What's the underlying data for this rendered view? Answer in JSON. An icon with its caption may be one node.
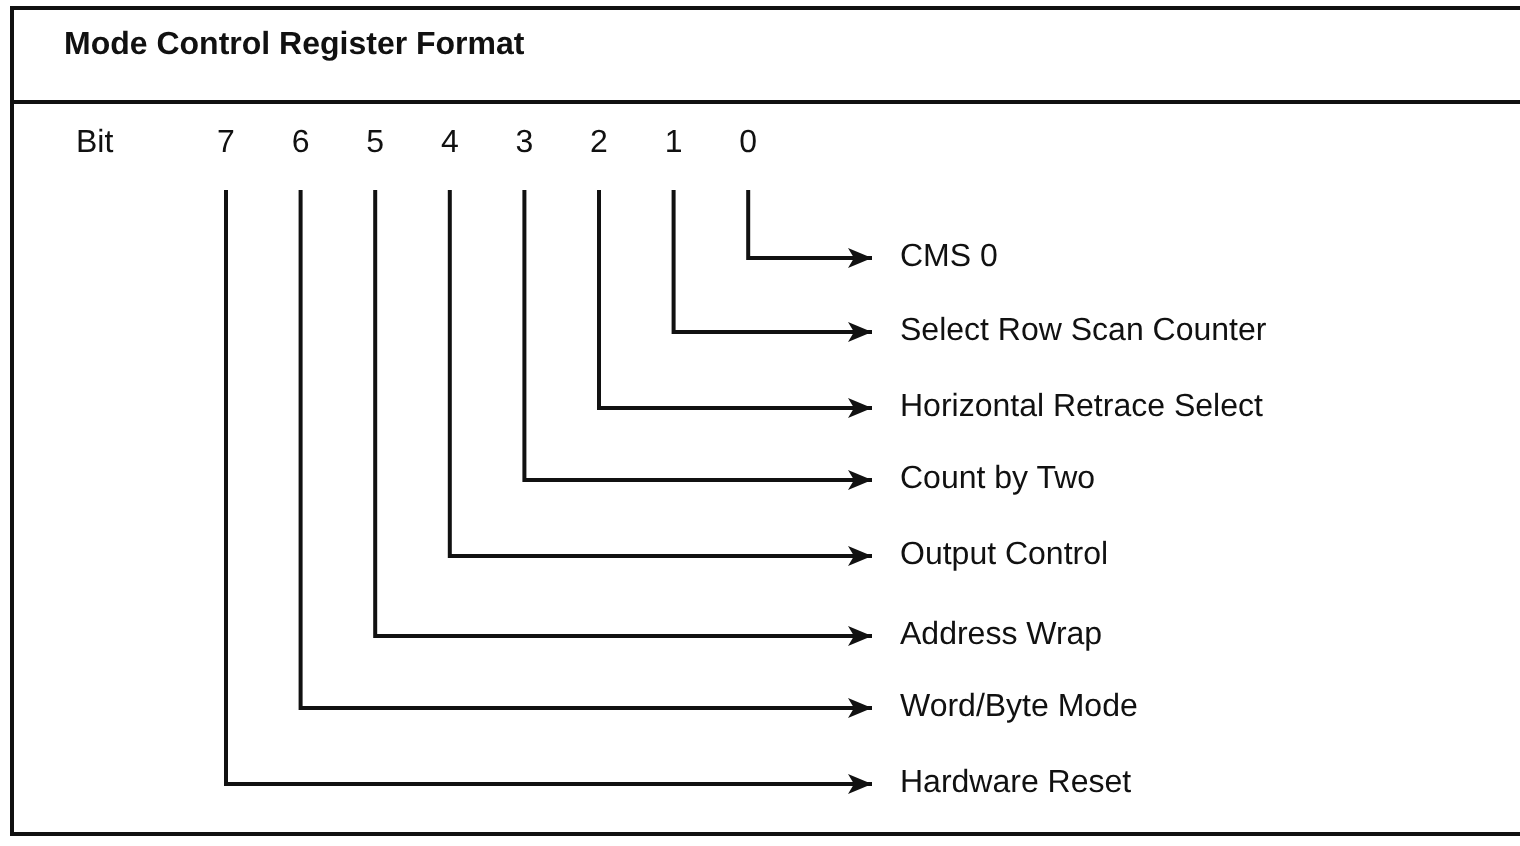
{
  "diagram": {
    "title": "Mode Control Register Format",
    "nodes": [
      {
        "text": [
          "7"
        ]
      },
      {
        "text": [
          "6"
        ]
      },
      {
        "text": [
          "5"
        ]
      },
      {
        "text": [
          "4"
        ]
      },
      {
        "text": [
          "3"
        ]
      },
      {
        "text": [
          "2"
        ]
      },
      {
        "text": [
          "1"
        ]
      },
      {
        "text": [
          "0"
        ]
      },
      {
        "text": [
          "CMS 0"
        ]
      },
      {
        "text": [
          "Select Row Scan Counter"
        ]
      },
      {
        "text": [
          "Horizontal Retrace Select"
        ]
      },
      {
        "text": [
          "Count by Two"
        ]
      },
      {
        "text": [
          "Output Control"
        ]
      },
      {
        "text": [
          "Address Wrap"
        ]
      },
      {
        "text": [
          "Word/Byte Mode"
        ]
      },
      {
        "text": [
          "Hardware Reset"
        ]
      }
    ],
    "edges": [
      {
        "from": 7,
        "to": 8,
        "arrow": "to"
      },
      {
        "from": 6,
        "to": 9,
        "arrow": "to"
      },
      {
        "from": 5,
        "to": 10,
        "arrow": "to"
      },
      {
        "from": 4,
        "to": 11,
        "arrow": "to"
      },
      {
        "from": 3,
        "to": 12,
        "arrow": "to"
      },
      {
        "from": 2,
        "to": 13,
        "arrow": "to"
      },
      {
        "from": 1,
        "to": 14,
        "arrow": "to"
      },
      {
        "from": 0,
        "to": 15,
        "arrow": "to"
      }
    ],
    "labels": [
      "Bit"
    ]
  }
}
